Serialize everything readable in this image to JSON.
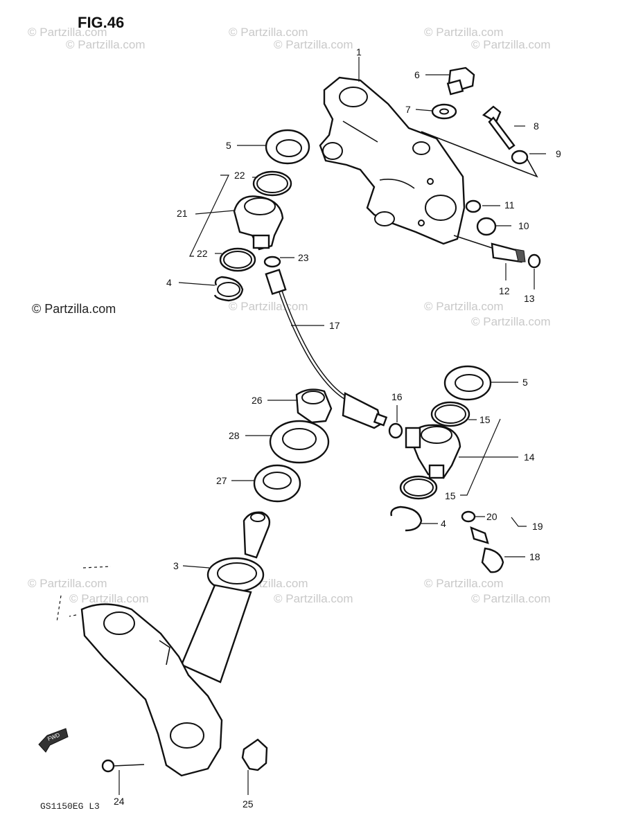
{
  "figure": {
    "title": "FIG.46",
    "drawing_code": "GS1150EG L3",
    "watermark": "© Partzilla.com",
    "watermark_main": "© Partzilla.com",
    "fwd_label": "FWD"
  },
  "callouts": [
    "1",
    "3",
    "4",
    "4",
    "5",
    "5",
    "6",
    "7",
    "8",
    "9",
    "10",
    "11",
    "12",
    "13",
    "14",
    "15",
    "15",
    "16",
    "17",
    "18",
    "19",
    "20",
    "21",
    "22",
    "22",
    "23",
    "24",
    "25",
    "26",
    "27",
    "28"
  ]
}
